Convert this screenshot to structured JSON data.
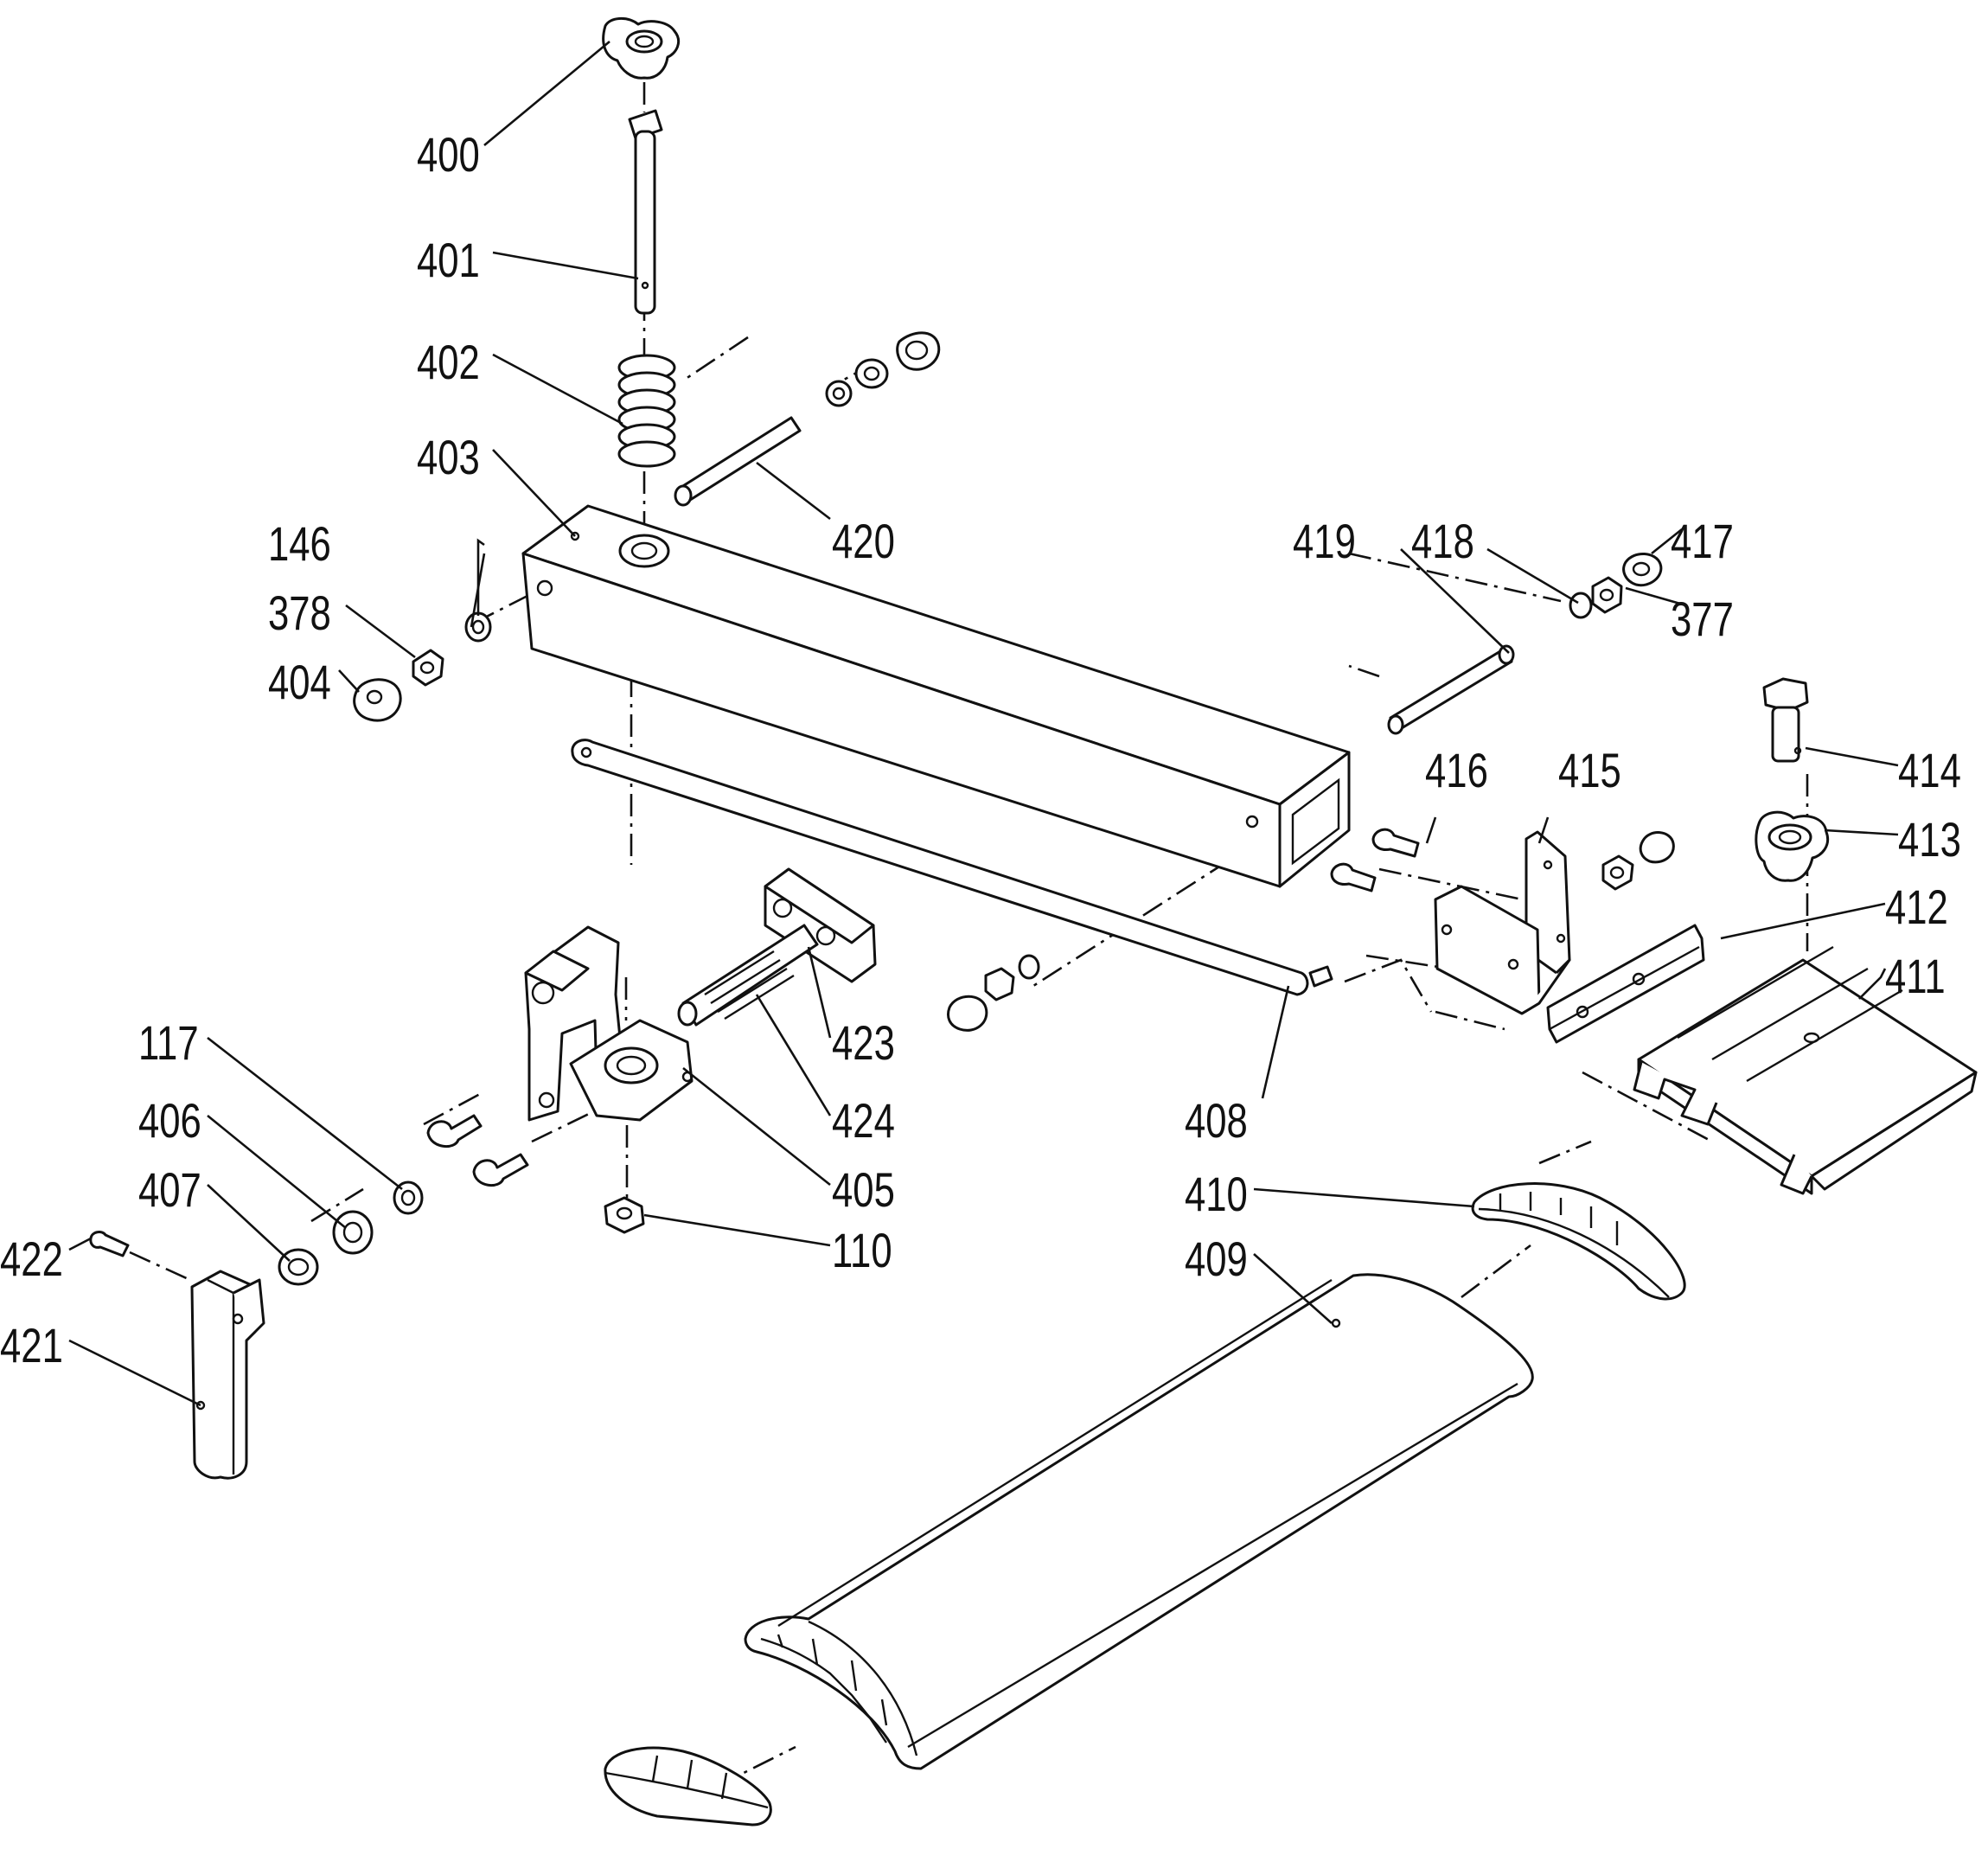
{
  "labels": {
    "p400": "400",
    "p401": "401",
    "p402": "402",
    "p403": "403",
    "p146": "146",
    "p378": "378",
    "p404": "404",
    "p420": "420",
    "p419": "419",
    "p418": "418",
    "p417": "417",
    "p377": "377",
    "p414": "414",
    "p416": "416",
    "p415": "415",
    "p413": "413",
    "p412": "412",
    "p411": "411",
    "p117": "117",
    "p406": "406",
    "p407": "407",
    "p422": "422",
    "p421": "421",
    "p423": "423",
    "p424": "424",
    "p405": "405",
    "p110": "110",
    "p408": "408",
    "p410": "410",
    "p409": "409"
  }
}
